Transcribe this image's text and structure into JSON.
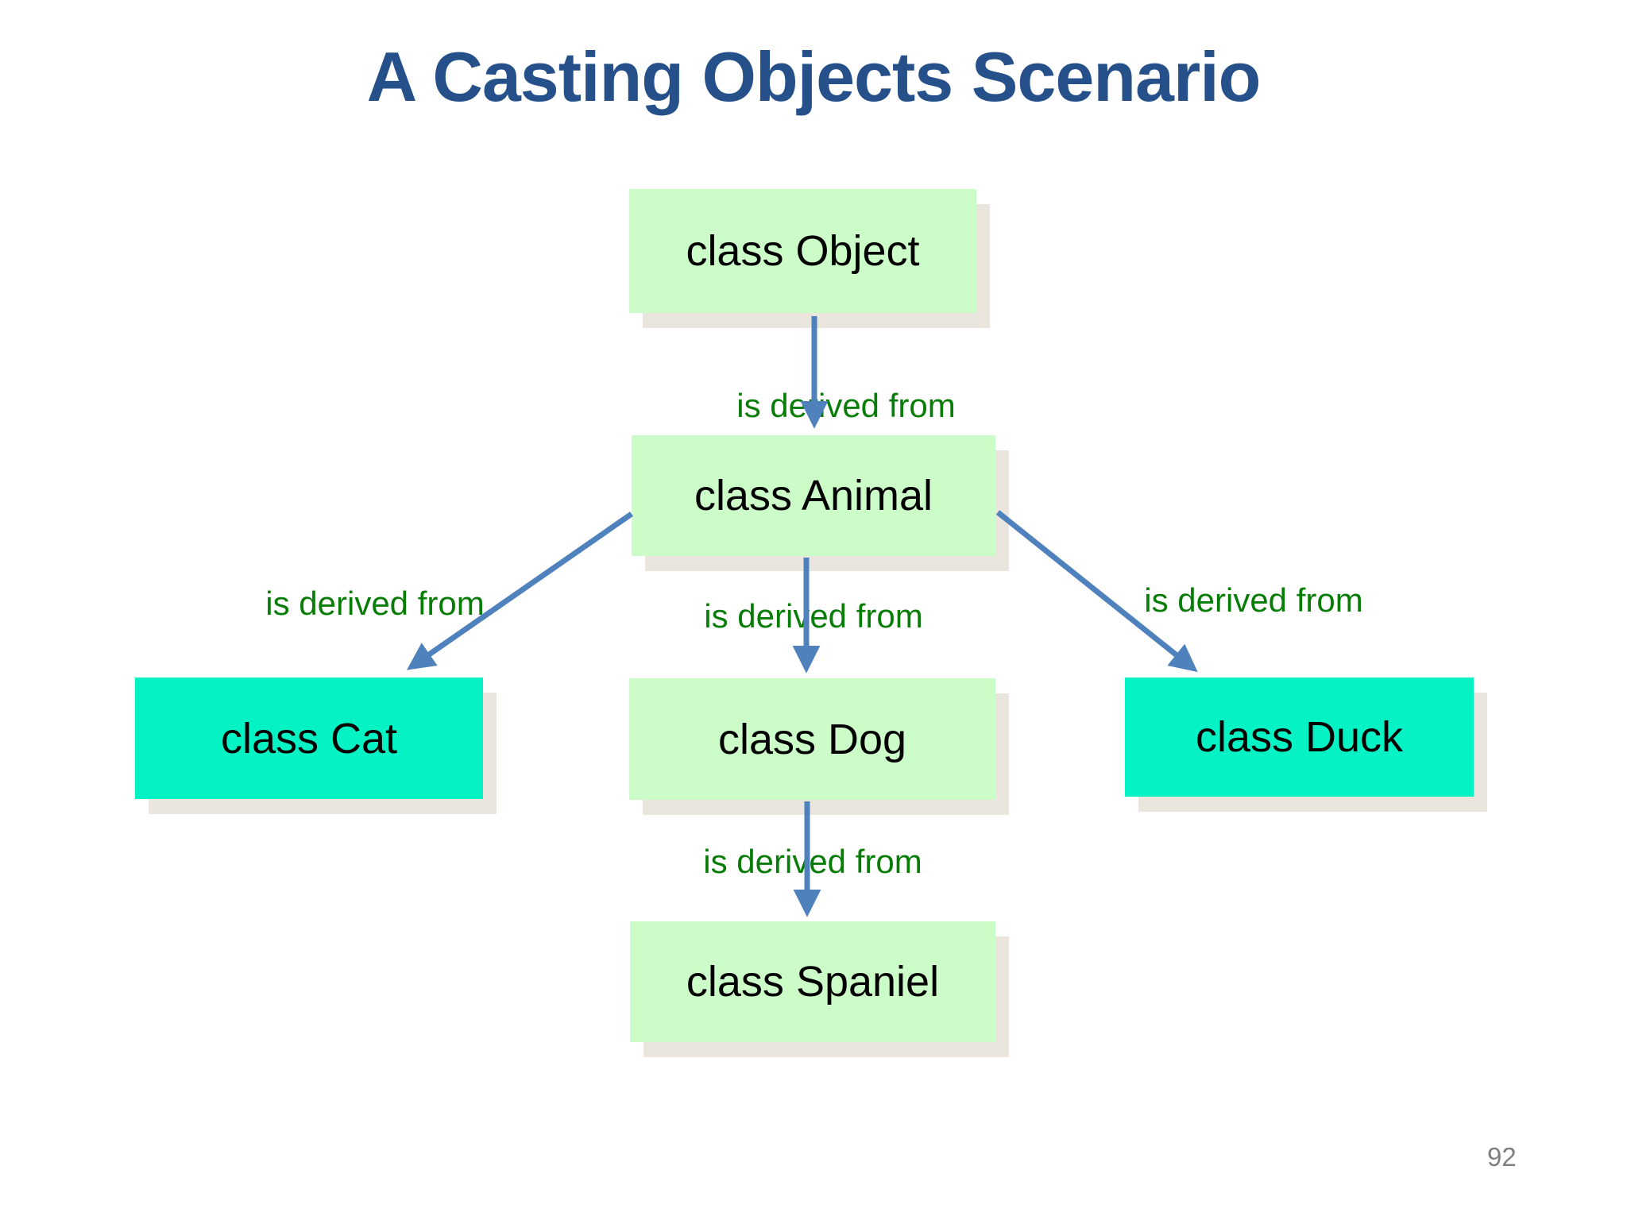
{
  "slide": {
    "title": "A Casting Objects Scenario",
    "page_number": "92"
  },
  "colors": {
    "title": "#25508A",
    "box_green": "#CCFCC8",
    "box_teal": "#05F3C4",
    "label_green": "#077D07",
    "arrow_blue": "#4F81BD",
    "box_shadow": "#EAE6DD",
    "page_number": "#7F7F7F",
    "box_text": "#000000",
    "background": "#FFFFFF"
  },
  "diagram": {
    "nodes": [
      {
        "id": "object",
        "label": "class Object",
        "variant": "green"
      },
      {
        "id": "animal",
        "label": "class Animal",
        "variant": "green"
      },
      {
        "id": "cat",
        "label": "class Cat",
        "variant": "teal"
      },
      {
        "id": "dog",
        "label": "class Dog",
        "variant": "green"
      },
      {
        "id": "duck",
        "label": "class Duck",
        "variant": "teal"
      },
      {
        "id": "spaniel",
        "label": "class Spaniel",
        "variant": "green"
      }
    ],
    "edges": [
      {
        "from": "object",
        "to": "animal",
        "label": "is derived from"
      },
      {
        "from": "animal",
        "to": "cat",
        "label": "is derived from"
      },
      {
        "from": "animal",
        "to": "dog",
        "label": "is derived from"
      },
      {
        "from": "animal",
        "to": "duck",
        "label": "is derived from"
      },
      {
        "from": "dog",
        "to": "spaniel",
        "label": "is derived from"
      }
    ]
  }
}
